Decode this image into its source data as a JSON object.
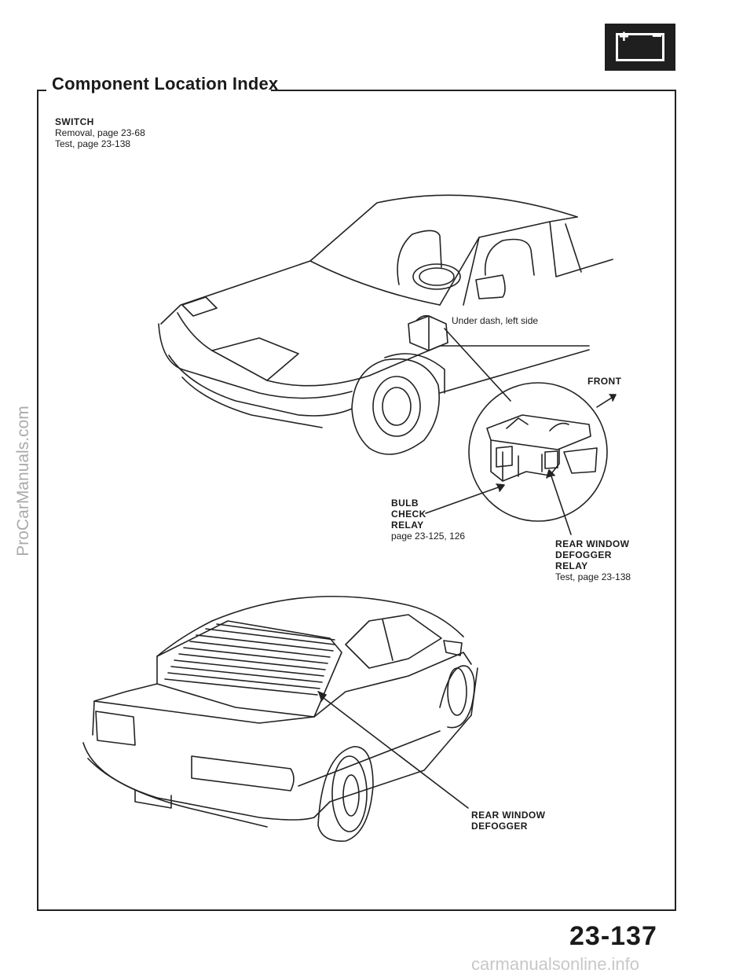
{
  "title": "Component Location Index",
  "switch": {
    "label": "SWITCH",
    "removal": "Removal, page 23-68",
    "test": "Test, page 23-138"
  },
  "callouts": {
    "under_dash": "Under dash, left side",
    "front": "FRONT",
    "bulb_check_relay": {
      "line1": "BULB",
      "line2": "CHECK",
      "line3": "RELAY",
      "page": "page 23-125, 126"
    },
    "rear_window_defogger_relay": {
      "line1": "REAR WINDOW",
      "line2": "DEFOGGER",
      "line3": "RELAY",
      "test": "Test, page 23-138"
    },
    "rear_window_defogger": {
      "line1": "REAR WINDOW",
      "line2": "DEFOGGER"
    }
  },
  "battery_icon": {
    "plus": "+",
    "minus": "−",
    "icon": "battery-icon"
  },
  "page_number": "23-137",
  "watermarks": {
    "side": "ProCarManuals.com",
    "bottom": "carmanualsonline.info"
  }
}
